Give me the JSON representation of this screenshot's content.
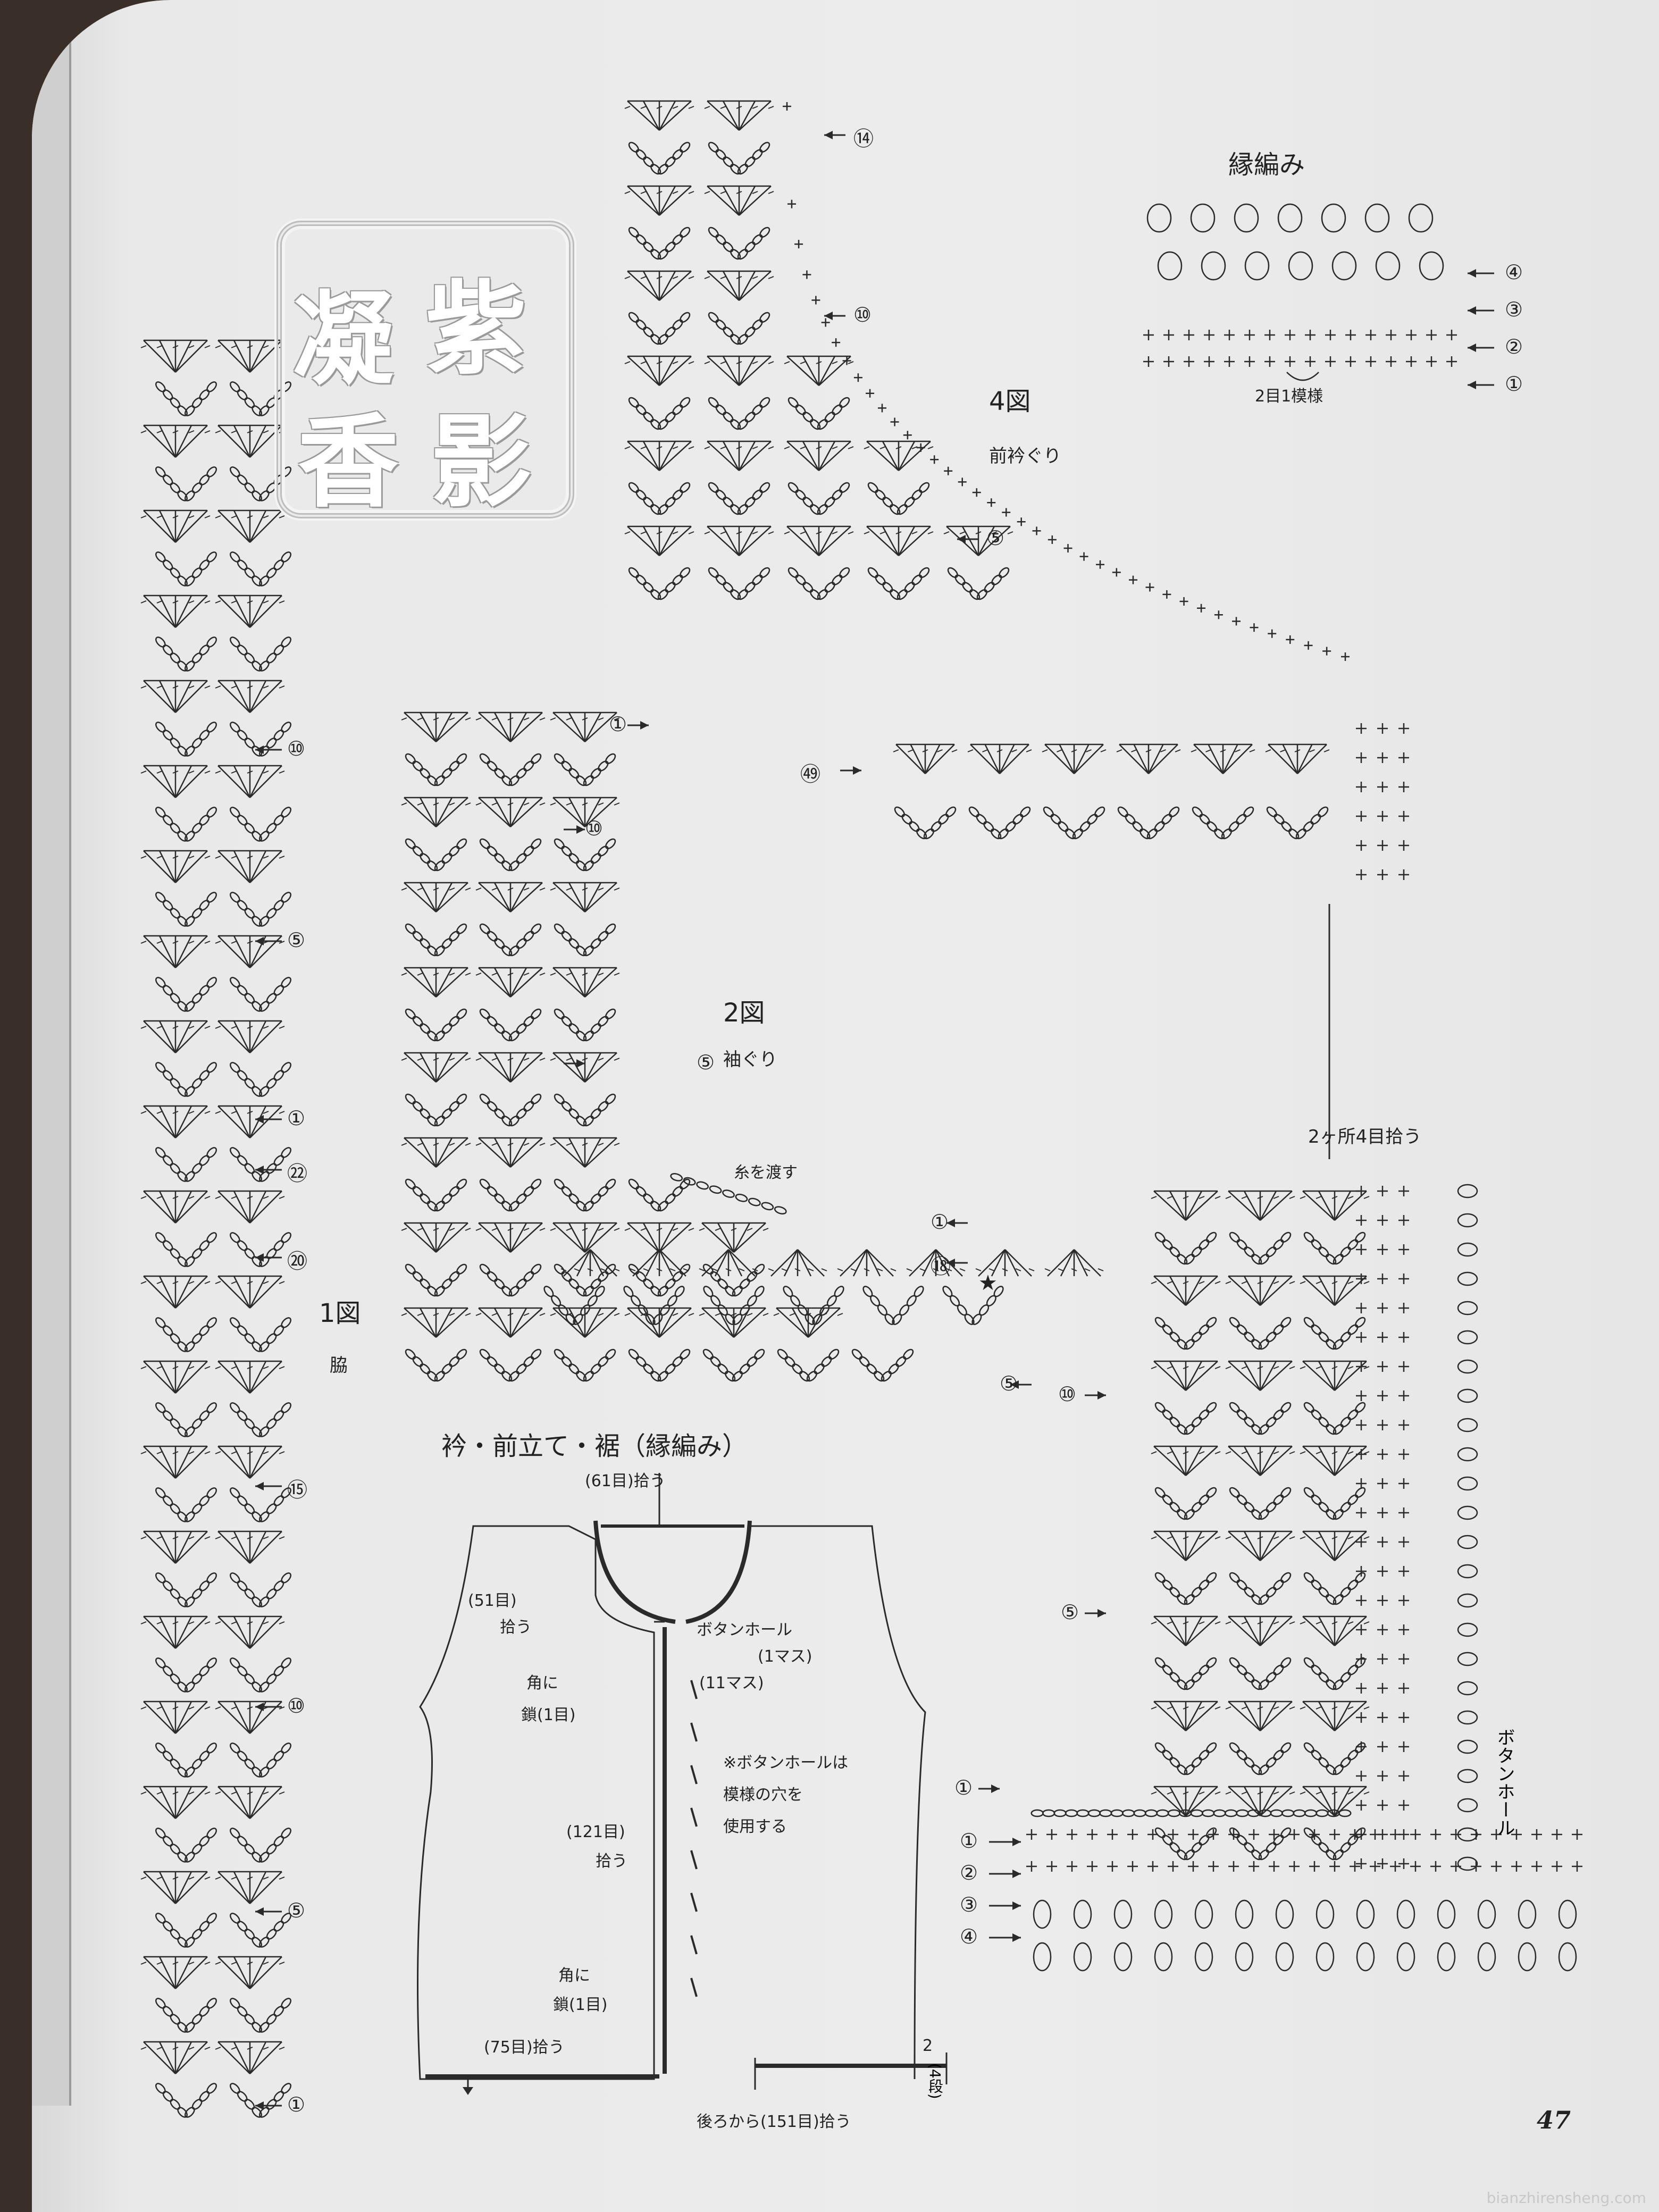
{
  "page_number": "47",
  "watermark_stamp": {
    "chars": [
      "凝",
      "紫",
      "香",
      "影"
    ]
  },
  "fig1": {
    "number": "1図",
    "caption": "脇",
    "rows": [
      "⑩",
      "⑤",
      "①",
      "㉒",
      "⑳",
      "⑮",
      "⑩",
      "⑤",
      "①"
    ]
  },
  "fig2": {
    "number": "2図",
    "caption": "袖ぐり",
    "rows": [
      "⑩",
      "⑤",
      "①",
      "⑱"
    ],
    "note": "糸を渡す",
    "mark": "★"
  },
  "fig4": {
    "number": "4図",
    "caption": "前衿ぐり",
    "rows": [
      "⑭",
      "⑩",
      "⑤",
      "①",
      "㊾",
      "⑤",
      "⑩",
      "⑤",
      "①"
    ],
    "pickup_note": "2ヶ所4目拾う",
    "edge_rows": [
      "①",
      "②",
      "③",
      "④"
    ],
    "buttonhole_vertical": "ボタンホール"
  },
  "edging": {
    "title": "縁編み",
    "rows": [
      "④",
      "③",
      "②",
      "①"
    ],
    "repeat": "2目1模様"
  },
  "schematic": {
    "title": "衿・前立て・裾（縁編み）",
    "collar_pickup": "(61目)拾う",
    "neck_count": "(51目)",
    "neck_pickup": "拾う",
    "corner_top_1": "角に",
    "corner_top_2": "鎖(1目)",
    "buttonhole": "ボタンホール",
    "buttonhole_count": "(1マス)",
    "spacing": "(11マス)",
    "note_1": "※ボタンホールは",
    "note_2": "模様の穴を",
    "note_3": "使用する",
    "front_count": "(121目)",
    "front_pickup": "拾う",
    "corner_bottom_1": "角に",
    "corner_bottom_2": "鎖(1目)",
    "hem_front": "(75目)拾う",
    "hem_back": "後ろから(151目)拾う",
    "rows_count": "2",
    "rows_unit": "(4段)"
  },
  "site_watermark": "bianzhirensheng.com"
}
